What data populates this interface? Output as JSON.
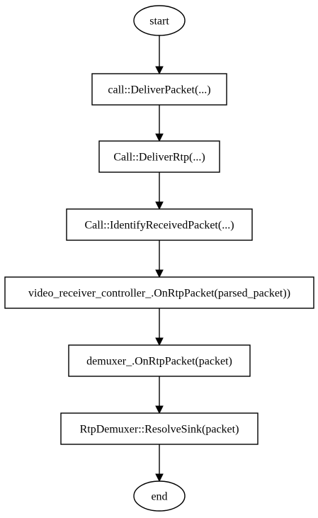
{
  "diagram": {
    "nodes": [
      {
        "id": "start",
        "shape": "ellipse",
        "label": "start"
      },
      {
        "id": "deliver-packet",
        "shape": "box",
        "label": "call::DeliverPacket(...)"
      },
      {
        "id": "deliver-rtp",
        "shape": "box",
        "label": "Call::DeliverRtp(...)"
      },
      {
        "id": "identify-received-packet",
        "shape": "box",
        "label": "Call::IdentifyReceivedPacket(...)"
      },
      {
        "id": "video-receiver-controller",
        "shape": "box",
        "label": "video_receiver_controller_.OnRtpPacket(parsed_packet))"
      },
      {
        "id": "demuxer-on-rtp-packet",
        "shape": "box",
        "label": "demuxer_.OnRtpPacket(packet)"
      },
      {
        "id": "rtp-demuxer-resolve-sink",
        "shape": "box",
        "label": "RtpDemuxer::ResolveSink(packet)"
      },
      {
        "id": "end",
        "shape": "ellipse",
        "label": "end"
      }
    ],
    "edges": [
      {
        "from": "start",
        "to": "deliver-packet"
      },
      {
        "from": "deliver-packet",
        "to": "deliver-rtp"
      },
      {
        "from": "deliver-rtp",
        "to": "identify-received-packet"
      },
      {
        "from": "identify-received-packet",
        "to": "video-receiver-controller"
      },
      {
        "from": "video-receiver-controller",
        "to": "demuxer-on-rtp-packet"
      },
      {
        "from": "demuxer-on-rtp-packet",
        "to": "rtp-demuxer-resolve-sink"
      },
      {
        "from": "rtp-demuxer-resolve-sink",
        "to": "end"
      }
    ]
  }
}
